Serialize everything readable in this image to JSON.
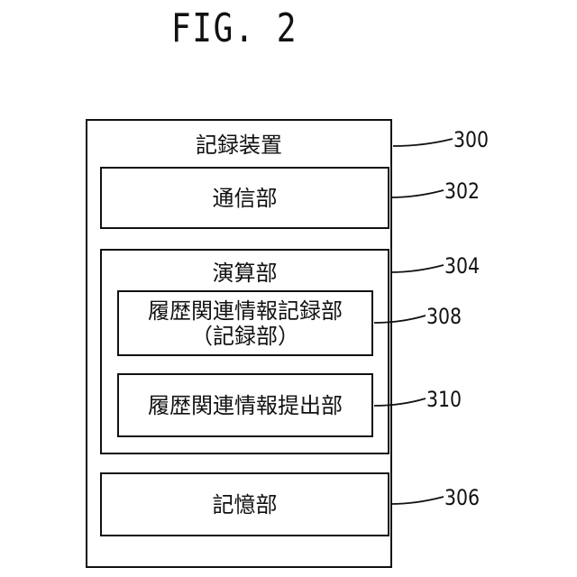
{
  "figure": {
    "title": "FIG. 2"
  },
  "recording_device": {
    "label": "記録装置",
    "ref": "300"
  },
  "communication_unit": {
    "label": "通信部",
    "ref": "302"
  },
  "computation_unit": {
    "label": "演算部",
    "ref": "304",
    "history_recording_unit": {
      "line1": "履歴関連情報記録部",
      "line2": "（記録部）",
      "ref": "308"
    },
    "history_submission_unit": {
      "label": "履歴関連情報提出部",
      "ref": "310"
    }
  },
  "storage_unit": {
    "label": "記憶部",
    "ref": "306"
  }
}
